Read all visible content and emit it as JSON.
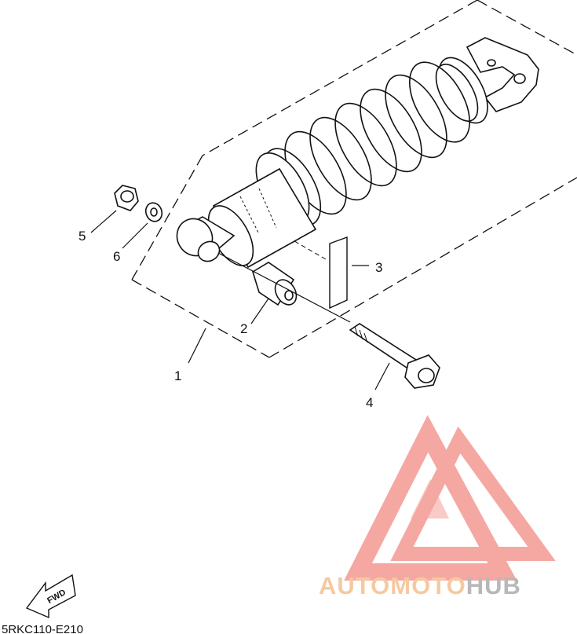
{
  "diagram": {
    "callouts": {
      "c1": "1",
      "c2": "2",
      "c3": "3",
      "c4": "4",
      "c5": "5",
      "c6": "6"
    },
    "code": "5RKC110-E210",
    "fwd_label": "FWD"
  },
  "watermark": {
    "part1": "AUTOMOTO",
    "part2": "HUB",
    "color1": "#f5c9a0",
    "color2": "#b8b8b8",
    "logo_color": "#f28a82"
  },
  "icons": [
    "fwd-arrow-icon",
    "automotohub-logo-icon"
  ]
}
